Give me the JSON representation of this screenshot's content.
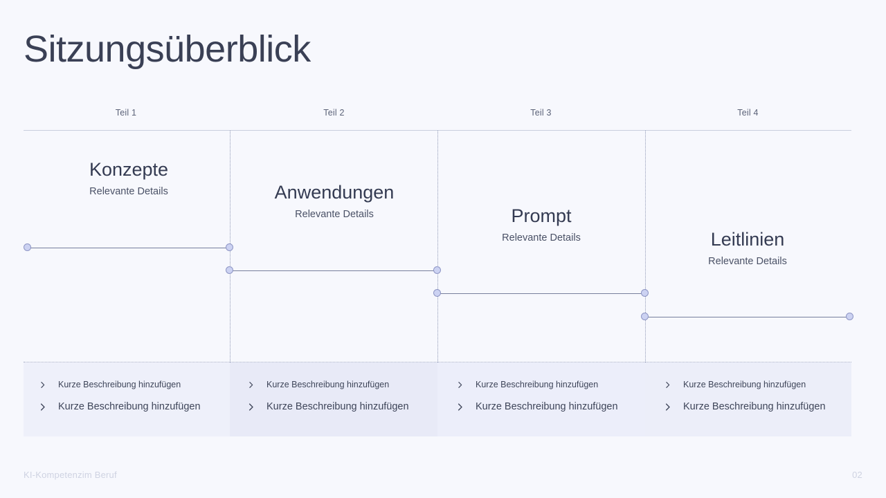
{
  "slide": {
    "title": "Sitzungsüberblick",
    "background_color": "#f7f8fd",
    "title_color": "#3a4055"
  },
  "columns": [
    {
      "header": "Teil 1",
      "title": "Konzepte",
      "subtitle": "Relevante Details",
      "bullets": [
        "Kurze Beschreibung hinzufügen",
        "Kurze Beschreibung hinzufügen"
      ]
    },
    {
      "header": "Teil 2",
      "title": "Anwendungen",
      "subtitle": "Relevante Details",
      "bullets": [
        "Kurze Beschreibung hinzufügen",
        "Kurze Beschreibung hinzufügen"
      ]
    },
    {
      "header": "Teil 3",
      "title": "Prompt",
      "subtitle": "Relevante Details",
      "bullets": [
        "Kurze Beschreibung hinzufügen",
        "Kurze Beschreibung hinzufügen"
      ]
    },
    {
      "header": "Teil 4",
      "title": "Leitlinien",
      "subtitle": "Relevante Details",
      "bullets": [
        "Kurze Beschreibung hinzufügen",
        "Kurze Beschreibung hinzufügen"
      ]
    }
  ],
  "icons": {
    "chevron": "chevron-right-icon"
  },
  "marker": {
    "fill_color": "#ccd2f2",
    "border_color": "#8d95c4",
    "rail_color": "#767f9c"
  },
  "footer": {
    "left_label": "KI-Kompetenzim Beruf",
    "page_number": "02",
    "color": "#cfd3e2"
  }
}
